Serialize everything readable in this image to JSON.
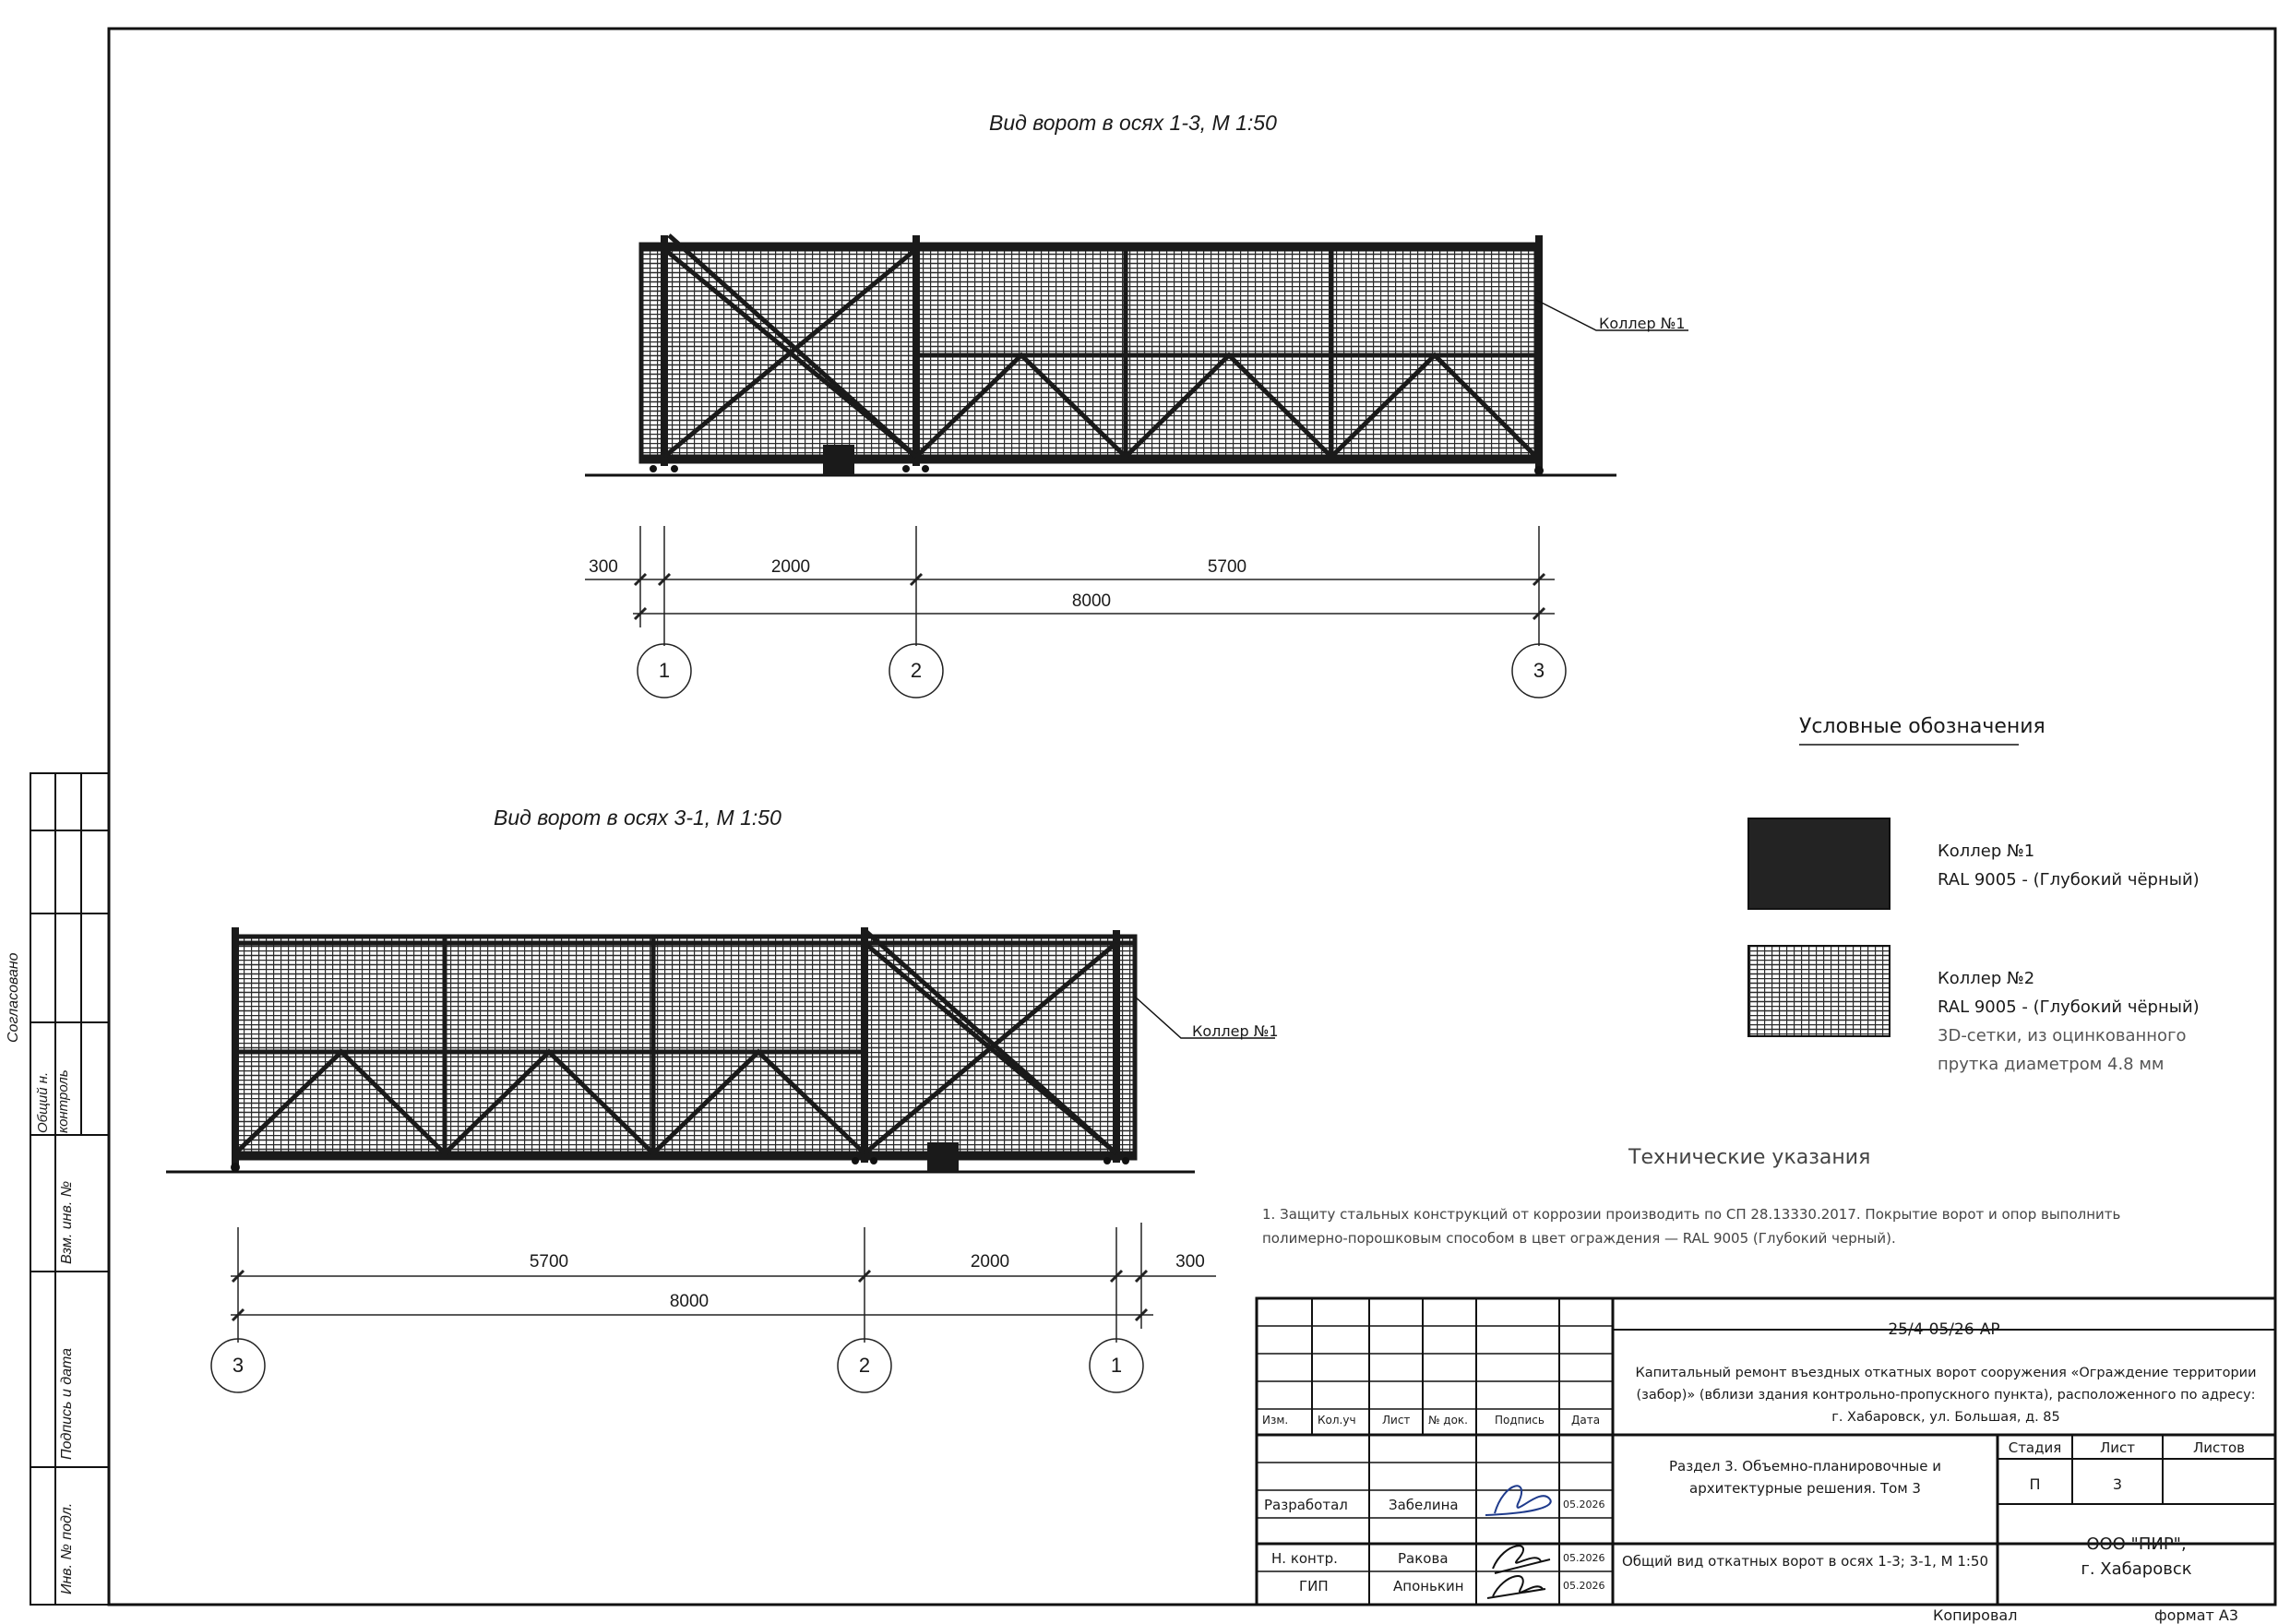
{
  "view1": {
    "title": "Вид ворот в осях 1-3, М 1:50",
    "callout": "Коллер №1",
    "dims": [
      "300",
      "2000",
      "5700"
    ],
    "total": "8000",
    "axes": [
      "1",
      "2",
      "3"
    ]
  },
  "view2": {
    "title": "Вид ворот в осях 3-1, М 1:50",
    "callout": "Коллер №1",
    "dims": [
      "5700",
      "2000",
      "300"
    ],
    "total": "8000",
    "axes": [
      "3",
      "2",
      "1"
    ]
  },
  "legend": {
    "title": "Условные обозначения",
    "item1": {
      "line1": "Коллер №1",
      "line2": "RAL 9005 - (Глубокий чёрный)"
    },
    "item2": {
      "line1": "Коллер №2",
      "line2": "RAL 9005 - (Глубокий чёрный)",
      "line3": "3D-сетки, из оцинкованного",
      "line4": "прутка диаметром 4.8 мм"
    }
  },
  "notes": {
    "title": "Технические указания",
    "line1": "1. Защиту стальных конструкций от коррозии производить по СП 28.13330.2017. Покрытие ворот и опор выполнить",
    "line2": "полимерно-порошковым способом в цвет ограждения — RAL 9005 (Глубокий черный)."
  },
  "stamp": {
    "code": "25/4-05/26-АР",
    "project_line1": "Капитальный ремонт въездных откатных ворот сооружения «Ограждение территории",
    "project_line2": "(забор)» (вблизи здания контрольно-пропускного пункта), расположенного по адресу:",
    "project_line3": "г. Хабаровск, ул. Большая, д. 85",
    "section_line1": "Раздел 3. Объемно-планировочные и",
    "section_line2": "архитектурные решения. Том 3",
    "sheet_title": "Общий вид откатных ворот в осях 1-3; 3-1, М 1:50",
    "hdr_stage": "Стадия",
    "hdr_sheet": "Лист",
    "hdr_sheets": "Листов",
    "stage": "П",
    "sheet": "3",
    "company_line1": "ООО \"ПИР\",",
    "company_line2": "г. Хабаровск",
    "cols": {
      "izm": "Изм.",
      "koluch": "Кол.уч",
      "list": "Лист",
      "ndok": "№ док.",
      "podpis": "Подпись",
      "data": "Дата"
    },
    "r1_role": "Разработал",
    "r1_name": "Забелина",
    "r1_date": "05.2026",
    "r2_role": "Н. контр.",
    "r2_name": "Ракова",
    "r2_date": "05.2026",
    "r3_role": "ГИП",
    "r3_name": "Апонькин",
    "r3_date": "05.2026"
  },
  "side": {
    "soglasovano": "Согласовано",
    "obsh1": "Общий н.",
    "obsh2": "контроль",
    "vzam": "Взм. инв. №",
    "podpis": "Подпись и дата",
    "inv": "Инв. № подл."
  },
  "footer": {
    "kopiroval": "Копировал",
    "format": "формат А3"
  }
}
